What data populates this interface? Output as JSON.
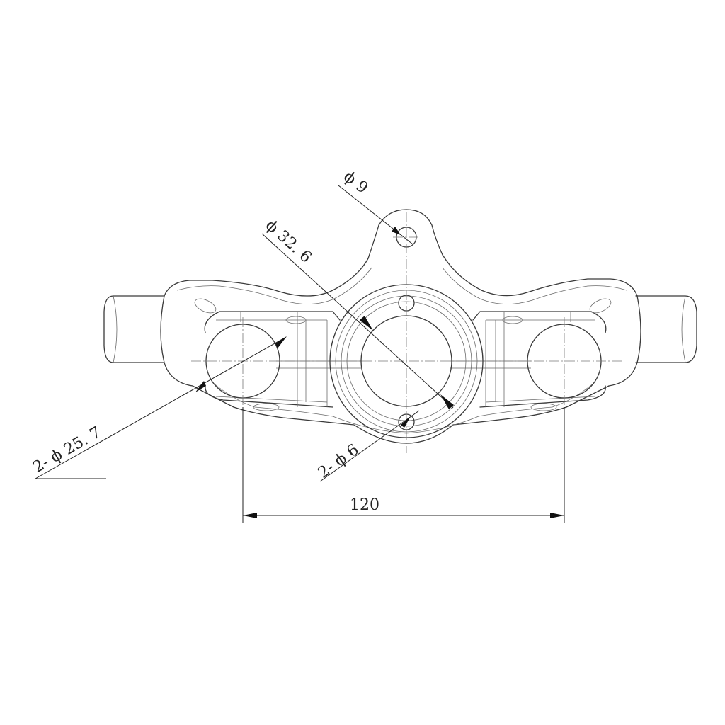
{
  "drawing": {
    "subject": "triple clamp / handlebar mount technical line drawing",
    "dimensions": {
      "small_hole": "ϕ 9",
      "center_bore": "ϕ 32. 6",
      "side_bores": "2- ϕ 25. 7",
      "bolt_holes": "2- ϕ 6",
      "center_distance": "120"
    }
  }
}
